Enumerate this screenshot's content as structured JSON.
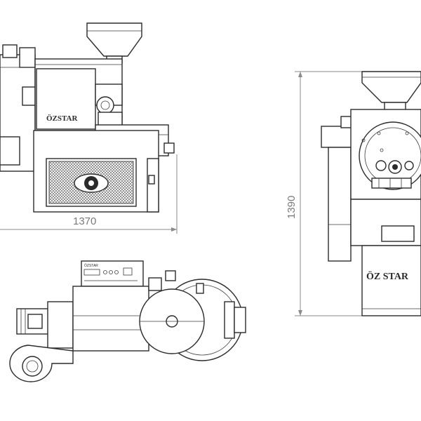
{
  "side_view": {
    "brand_label": "ÖZSTAR",
    "width_dimension": "1370"
  },
  "front_view": {
    "brand_label": "ÖZ STAR",
    "height_dimension": "1390"
  },
  "top_view": {
    "panel_label": "ÖZSTAR"
  },
  "colors": {
    "line": "#2b2b2b",
    "dimension": "#8a8a8a",
    "background": "#ffffff"
  }
}
